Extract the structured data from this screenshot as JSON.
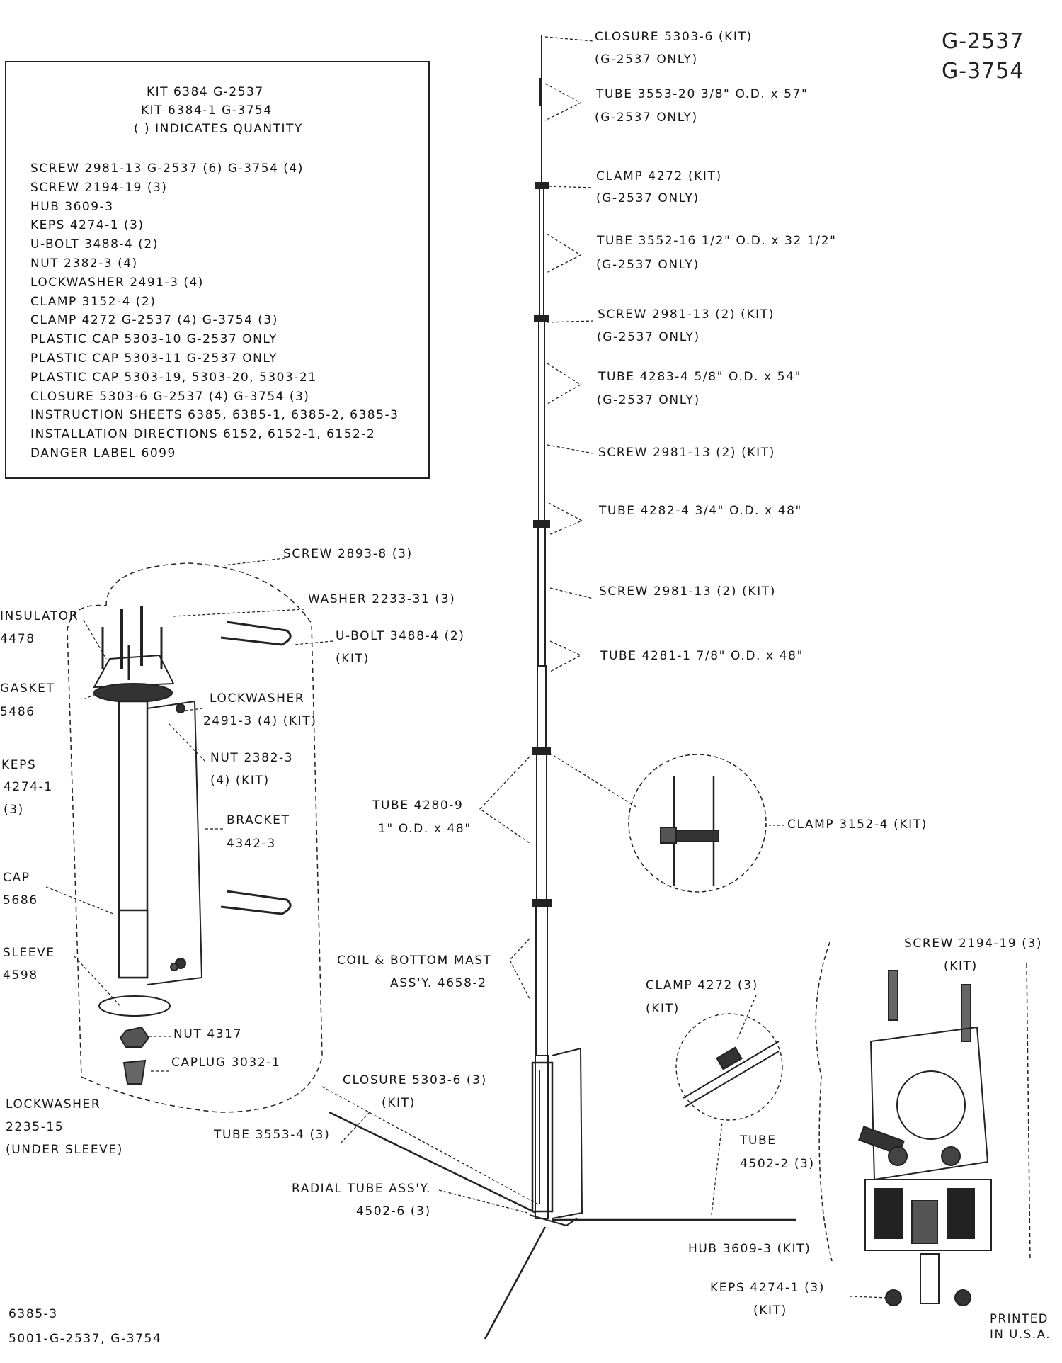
{
  "title": {
    "line1": "G-2537",
    "line2": "G-3754"
  },
  "kit_box": {
    "header1": "KIT 6384      G-2537",
    "header2": "KIT 6384-1    G-3754",
    "header3": "( ) INDICATES QUANTITY",
    "parts": [
      "SCREW 2981-13     G-2537 (6)     G-3754 (4)",
      "SCREW 2194-19 (3)",
      "HUB 3609-3",
      "KEPS 4274-1 (3)",
      "U-BOLT 3488-4 (2)",
      "NUT 2382-3 (4)",
      "LOCKWASHER 2491-3 (4)",
      "CLAMP 3152-4 (2)",
      "CLAMP 4272     G-2537 (4)     G-3754 (3)",
      "PLASTIC CAP 5303-10      G-2537 ONLY",
      "PLASTIC CAP 5303-11      G-2537 ONLY",
      "PLASTIC CAP 5303-19, 5303-20, 5303-21",
      "CLOSURE 5303-6     G-2537 (4)     G-3754 (3)",
      "INSTRUCTION SHEETS 6385, 6385-1, 6385-2, 6385-3",
      "INSTALLATION DIRECTIONS 6152, 6152-1, 6152-2",
      "DANGER LABEL 6099"
    ]
  },
  "mast_labels": {
    "closure_top": "CLOSURE 5303-6 (KIT)",
    "closure_top_note": "(G-2537 ONLY)",
    "tube_3553_20": "TUBE 3553-20     3/8\" O.D. x 57\"",
    "tube_3553_20_note": "(G-2537 ONLY)",
    "clamp_4272_top": "CLAMP 4272 (KIT)",
    "clamp_4272_top_note": "(G-2537 ONLY)",
    "tube_3552_16": "TUBE 3552-16     1/2\" O.D. x 32 1/2\"",
    "tube_3552_16_note": "(G-2537 ONLY)",
    "screw_2981_a": "SCREW 2981-13 (2) (KIT)",
    "screw_2981_a_note": "(G-2537 ONLY)",
    "tube_4283_4": "TUBE 4283-4     5/8\" O.D. x 54\"",
    "tube_4283_4_note": "(G-2537 ONLY)",
    "screw_2981_b": "SCREW 2981-13 (2) (KIT)",
    "tube_4282_4": "TUBE 4282-4     3/4\" O.D. x 48\"",
    "screw_2981_c": "SCREW 2981-13 (2) (KIT)",
    "tube_4281_1": "TUBE 4281-1     7/8\" O.D. x 48\"",
    "tube_4280_9": "TUBE 4280-9",
    "tube_4280_9_size": "1\" O.D. x 48\"",
    "clamp_3152_4": "CLAMP 3152-4 (KIT)",
    "coil_line1": "COIL & BOTTOM MAST",
    "coil_line2": "ASS'Y. 4658-2",
    "closure_radial": "CLOSURE 5303-6 (3)",
    "closure_radial_kit": "(KIT)",
    "tube_3553_4": "TUBE 3553-4 (3)",
    "radial_line1": "RADIAL TUBE ASS'Y.",
    "radial_line2": "4502-6 (3)",
    "clamp_4272_3": "CLAMP 4272 (3)",
    "clamp_4272_3_kit": "(KIT)",
    "tube_4502": "TUBE",
    "tube_4502_num": "4502-2 (3)",
    "screw_2194": "SCREW 2194-19 (3)",
    "screw_2194_kit": "(KIT)",
    "hub": "HUB 3609-3 (KIT)",
    "keps_hub": "KEPS 4274-1 (3)",
    "keps_hub_kit": "(KIT)"
  },
  "base_labels": {
    "screw_2893": "SCREW 2893-8 (3)",
    "washer": "WASHER 2233-31 (3)",
    "ubolt": "U-BOLT 3488-4 (2)",
    "ubolt_kit": "(KIT)",
    "insulator": "INSULATOR",
    "insulator_num": "4478",
    "gasket": "GASKET",
    "gasket_num": "5486",
    "lockwasher_2491": "LOCKWASHER",
    "lockwasher_2491_num": "2491-3 (4) (KIT)",
    "nut_2382": "NUT 2382-3",
    "nut_2382_kit": "(4) (KIT)",
    "keps": "KEPS",
    "keps_num": "4274-1",
    "keps_qty": "(3)",
    "bracket": "BRACKET",
    "bracket_num": "4342-3",
    "cap": "CAP",
    "cap_num": "5686",
    "sleeve": "SLEEVE",
    "sleeve_num": "4598",
    "nut_4317": "NUT 4317",
    "caplug": "CAPLUG 3032-1",
    "lockwasher_2235": "LOCKWASHER",
    "lockwasher_2235_num": "2235-15",
    "lockwasher_2235_note": "(UNDER SLEEVE)"
  },
  "footer": {
    "sheet": "6385-3",
    "codes": "5001-G-2537, G-3754",
    "printed1": "PRINTED",
    "printed2": "IN U.S.A."
  }
}
